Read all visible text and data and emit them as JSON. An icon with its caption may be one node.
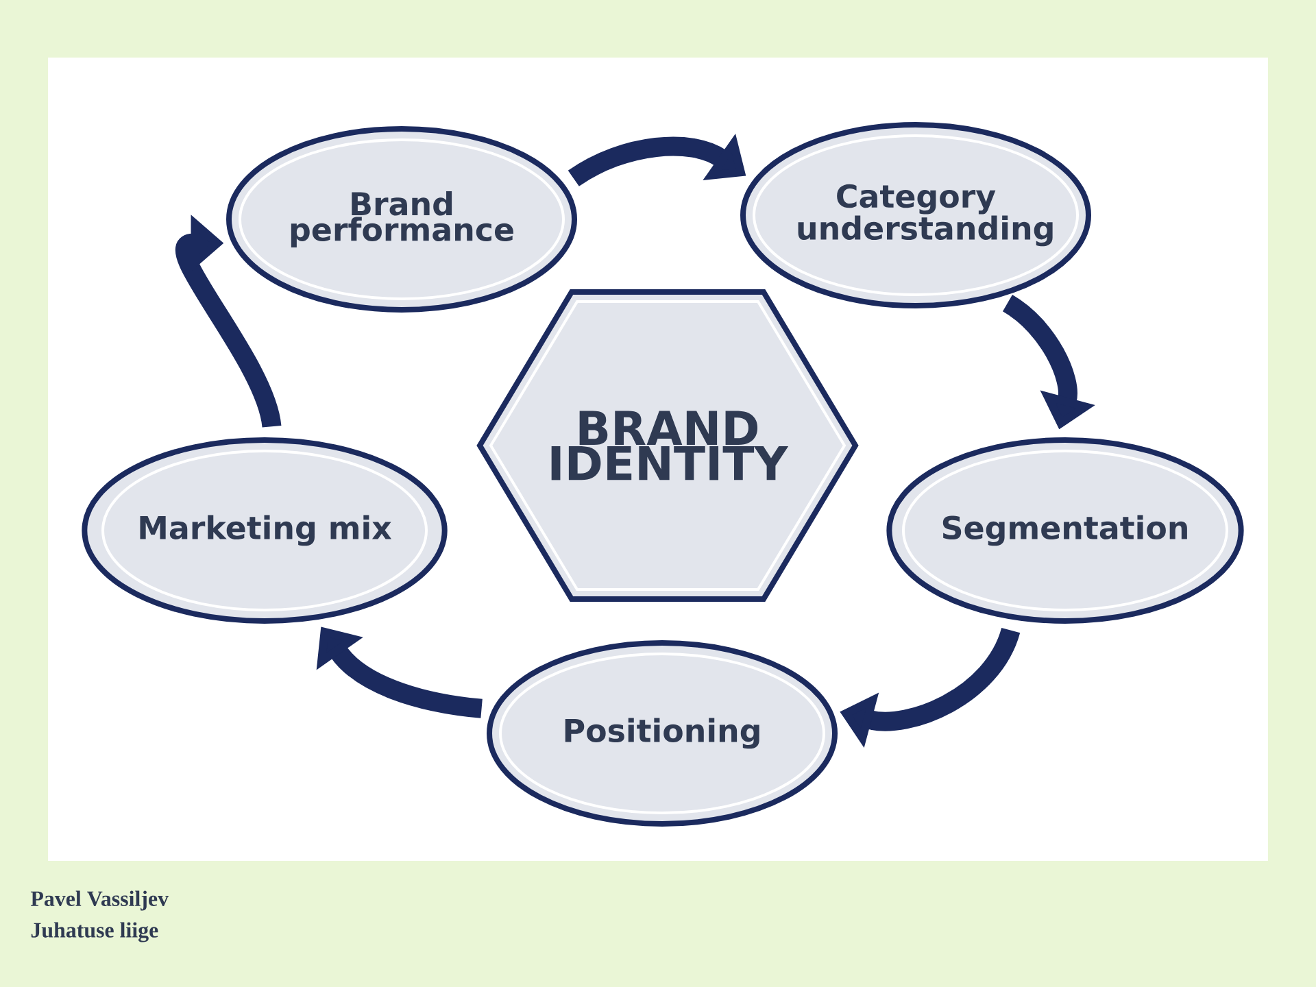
{
  "diagram": {
    "nodes": [
      {
        "text": [
          "Brand performance"
        ]
      },
      {
        "text": [
          "Category understanding"
        ]
      },
      {
        "text": [
          "Segmentation"
        ]
      },
      {
        "text": [
          "Positioning"
        ]
      },
      {
        "text": [
          "Marketing mix"
        ]
      },
      {
        "text": [
          "BRAND IDENTITY"
        ]
      }
    ],
    "edges": [
      {
        "from": 0,
        "to": 1,
        "arrow": "to"
      },
      {
        "from": 1,
        "to": 2,
        "arrow": "to"
      },
      {
        "from": 2,
        "to": 3,
        "arrow": "to"
      },
      {
        "from": 3,
        "to": 4,
        "arrow": "to"
      },
      {
        "from": 4,
        "to": 0,
        "arrow": "to"
      }
    ],
    "labels": [
      "Pavel Vassiljev",
      "Juhatuse liige"
    ]
  }
}
